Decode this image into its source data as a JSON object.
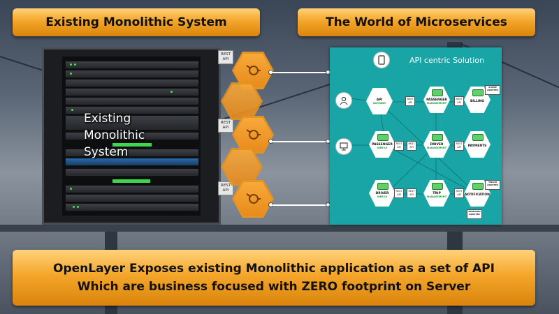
{
  "banners": {
    "left": "Existing Monolithic System",
    "right": "The World of Microservices",
    "bottom_line1": "OpenLayer Exposes existing Monolithic application as a set of API",
    "bottom_line2": "Which are business focused with ZERO footprint on Server"
  },
  "rack": {
    "line1": "Existing",
    "line2": "Monolithic",
    "line3": "System"
  },
  "rest_tags": [
    {
      "line1": "REST",
      "line2": "API"
    },
    {
      "line1": "REST",
      "line2": "API"
    },
    {
      "line1": "REST",
      "line2": "API"
    }
  ],
  "panel": {
    "title": "API centric Solution",
    "services": [
      {
        "name": "API",
        "sub": "GATEWAY"
      },
      {
        "name": "PASSENGER",
        "sub": "MANAGEMENT"
      },
      {
        "name": "BILLING",
        "sub": ""
      },
      {
        "name": "PASSENGER",
        "sub": "WEB UI"
      },
      {
        "name": "DRIVER",
        "sub": "MANAGEMENT"
      },
      {
        "name": "PAYMENTS",
        "sub": ""
      },
      {
        "name": "DRIVER",
        "sub": "WEB UI"
      },
      {
        "name": "TRIP",
        "sub": "MANAGEMENT"
      },
      {
        "name": "NOTIFICATION",
        "sub": ""
      }
    ],
    "mini_rest": {
      "line1": "REST",
      "line2": "API"
    },
    "adapters": [
      {
        "name": "STRIPE",
        "sub": "ADAPTER"
      },
      {
        "name": "TWILIO",
        "sub": "ADAPTER"
      },
      {
        "name": "SENDGRID",
        "sub": "ADAPTER"
      }
    ]
  },
  "colors": {
    "banner": "#f4a62a",
    "hexagon": "#e88b1c",
    "panel": "#19a5a5",
    "service_green": "#5fd06a"
  }
}
